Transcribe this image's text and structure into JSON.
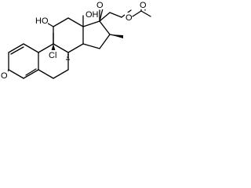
{
  "structure": {
    "atom_labels": {
      "oxo_3": "O",
      "hydroxy_11": "HO",
      "chloro_9": "Cl",
      "hydroxy_17": "OH",
      "oxo_20": "O",
      "acetate_ester_O": "O",
      "acetate_carbonyl_O": "O"
    },
    "ink_color": "#000000",
    "background_color": "#ffffff"
  }
}
